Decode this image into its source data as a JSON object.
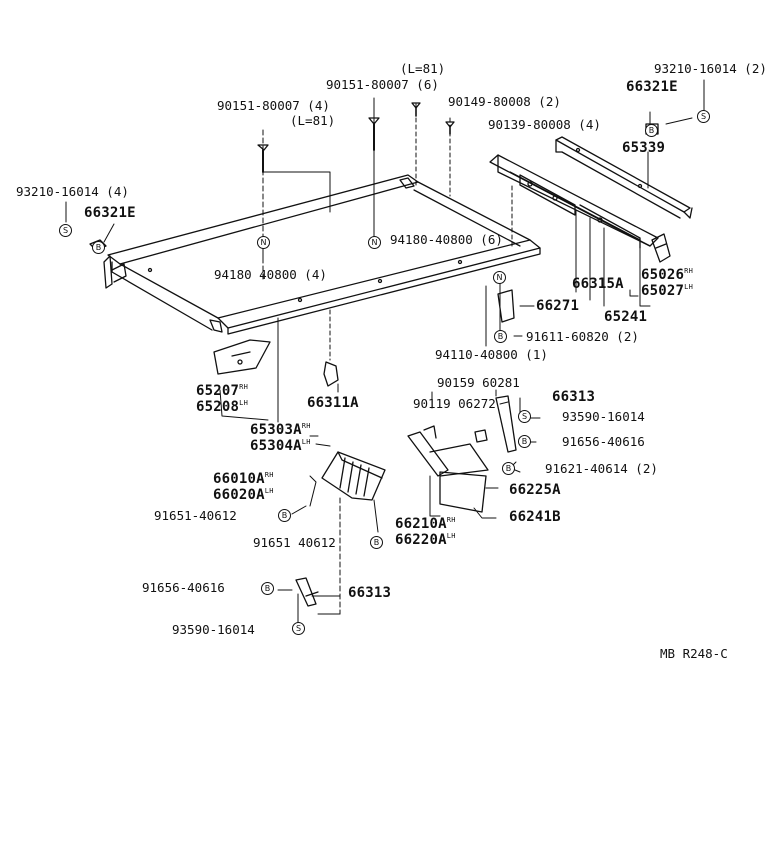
{
  "diagram": {
    "footer_code": "MB R248-C",
    "callouts": {
      "p93210_tr": "93210-16014 (2)",
      "p66321E_tr": "66321E",
      "lenL81_a": "(L=81)",
      "p90151_6": "90151-80007 (6)",
      "p90149": "90149-80008 (2)",
      "p90151_4": "90151-80007 (4)",
      "lenL81_b": "(L=81)",
      "p90139": "90139-80008 (4)",
      "p65339": "65339",
      "p93210_l": "93210-16014 (4)",
      "p66321E_l": "66321E",
      "p94180_6": "94180-40800 (6)",
      "p94180_4": "94180 40800 (4)",
      "p66315A": "66315A",
      "p65026": "65026",
      "p65027": "65027",
      "p66271": "66271",
      "p65241": "65241",
      "p91611": "91611-60820 (2)",
      "p94110": "94110-40800 (1)",
      "p65207": "65207",
      "p65208": "65208",
      "p66311A": "66311A",
      "p90159": "90159 60281",
      "p66313_a": "66313",
      "p90119": "90119 06272",
      "p93590_a": "93590-16014",
      "p65303A": "65303A",
      "p65304A": "65304A",
      "p91656_a": "91656-40616",
      "p91621": "91621-40614 (2)",
      "p66010A": "66010A",
      "p66020A": "66020A",
      "p66225A": "66225A",
      "p91651_a": "91651-40612",
      "p66210A": "66210A",
      "p66220A": "66220A",
      "p66241B": "66241B",
      "p91651_b": "91651 40612",
      "p91656_b": "91656-40616",
      "p66313_b": "66313",
      "p93590_b": "93590-16014"
    },
    "side_marks": {
      "rh": "RH",
      "lh": "LH"
    },
    "symbols": {
      "s": "S",
      "n": "N",
      "b": "B",
      "bolt_mark": "B"
    }
  }
}
